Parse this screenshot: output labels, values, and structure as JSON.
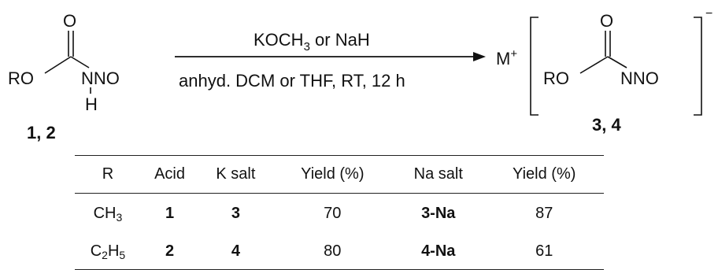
{
  "scheme": {
    "reactant": {
      "r_group": "RO",
      "carbonyl_o": "O",
      "n_group": "NNO",
      "h": "H",
      "label": "1, 2"
    },
    "conditions": {
      "above_prefix": "KOCH",
      "above_sub": "3",
      "above_suffix": " or NaH",
      "below": "anhyd. DCM or THF, RT, 12 h"
    },
    "product": {
      "cation": "M",
      "cation_charge": "+",
      "anion_charge": "−",
      "r_group": "RO",
      "carbonyl_o": "O",
      "n_group": "NNO",
      "label": "3, 4"
    }
  },
  "table": {
    "headers": [
      "R",
      "Acid",
      "K salt",
      "Yield (%)",
      "Na salt",
      "Yield (%)"
    ],
    "rows": [
      {
        "r_main": "CH",
        "r_sub1": "3",
        "r_mid": "",
        "r_sub2": "",
        "acid": "1",
        "k_salt": "3",
        "k_yield": "70",
        "na_salt": "3-Na",
        "na_yield": "87"
      },
      {
        "r_main": "C",
        "r_sub1": "2",
        "r_mid": "H",
        "r_sub2": "5",
        "acid": "2",
        "k_salt": "4",
        "k_yield": "80",
        "na_salt": "4-Na",
        "na_yield": "61"
      }
    ]
  }
}
